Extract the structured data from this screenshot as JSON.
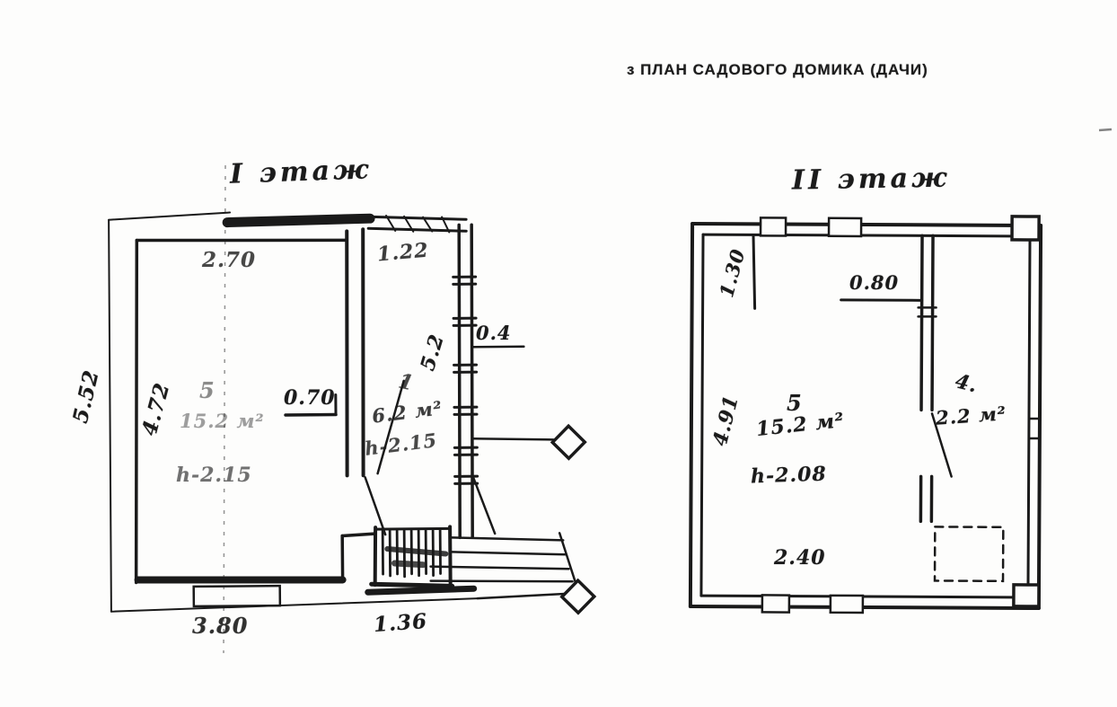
{
  "page": {
    "title": "з ПЛАН САДОВОГО ДОМИКА (ДАЧИ)"
  },
  "floor1": {
    "heading": "I этаж",
    "main_room": {
      "number": "5",
      "area": "15.2 м²",
      "height": "h-2.15"
    },
    "hall_room": {
      "number": "1",
      "area": "6.2 м²",
      "height": "h-2.15"
    },
    "dims": {
      "top_width": "2.70",
      "hall_top_width": "1.22",
      "outer_depth": "5.52",
      "room_depth": "4.72",
      "opening_width": "0.70",
      "hall_depth": "5.2",
      "wall_thickness": "0.4",
      "bottom_width": "3.80",
      "porch_width": "1.36"
    }
  },
  "floor2": {
    "heading": "II этаж",
    "main_room": {
      "number": "5",
      "area": "15.2 м²",
      "height": "h-2.08"
    },
    "side_room": {
      "number": "4.",
      "area": "2.2 м²"
    },
    "dims": {
      "flue_depth": "1.30",
      "opening_width": "0.80",
      "room_depth": "4.91",
      "bottom_width": "2.40"
    }
  }
}
